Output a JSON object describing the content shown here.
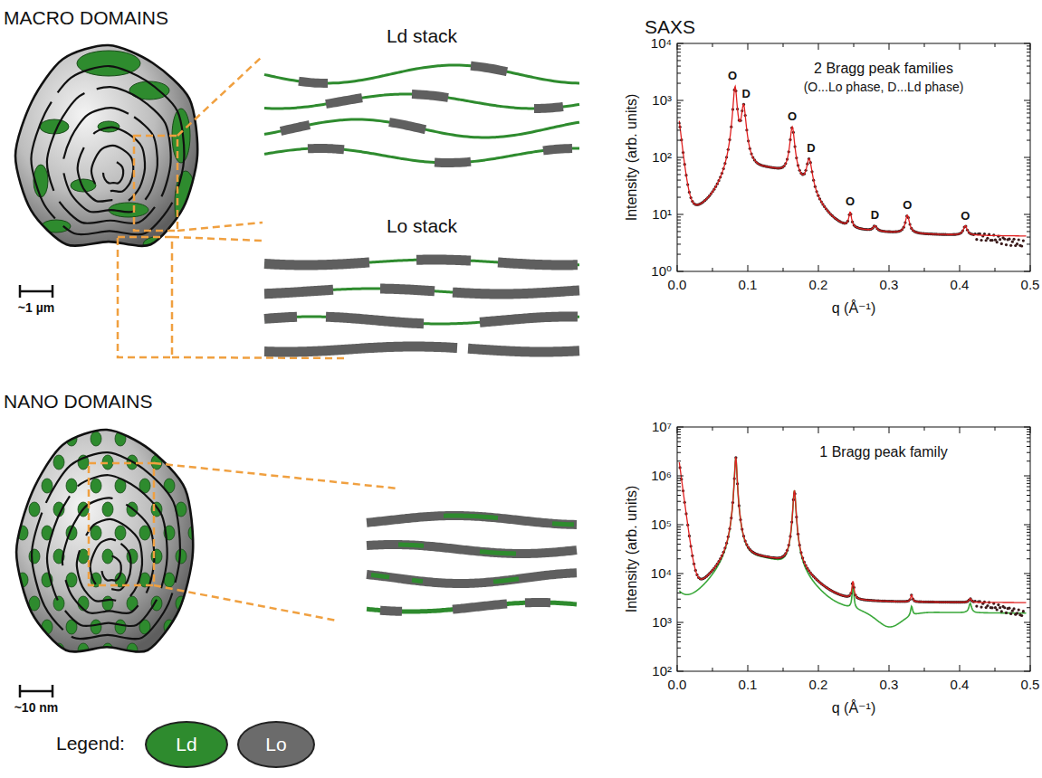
{
  "diagram": {
    "labels": [
      "MACRO DOMAINS",
      "Ld stack",
      "Lo stack",
      "SAXS",
      "2 Bragg peak families",
      "(O...Lo phase, D...Ld phase)",
      "O",
      "D",
      "O",
      "D",
      "O",
      "D",
      "O",
      "O",
      "0.0",
      "0.1",
      "0.2",
      "0.3",
      "0.4",
      "0.5",
      "10⁰",
      "10¹",
      "10²",
      "10³",
      "10⁴",
      "Intensity (arb. units)",
      "q (Å⁻¹)",
      "~1 µm",
      "NANO DOMAINS",
      "1 Bragg peak family",
      "0.0",
      "0.1",
      "0.2",
      "0.3",
      "0.4",
      "0.5",
      "10²",
      "10³",
      "10⁴",
      "10⁵",
      "10⁶",
      "10⁷",
      "Intensity (arb. units)",
      "q (Å⁻¹)",
      "~10 nm",
      "Legend:"
    ],
    "legend": [
      {
        "text": "Ld",
        "color": "#2e8b2e"
      },
      {
        "text": "Lo",
        "color": "#6b6b6b"
      }
    ]
  }
}
